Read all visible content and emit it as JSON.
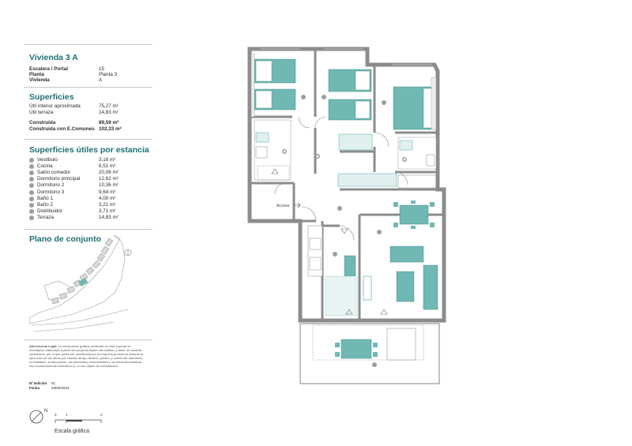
{
  "unit": {
    "title": "Vivienda 3 A",
    "rows": [
      {
        "label": "Escalera / Portal",
        "value": "15"
      },
      {
        "label": "Planta",
        "value": "Planta 3"
      },
      {
        "label": "Vivienda",
        "value": "A"
      }
    ]
  },
  "superficies": {
    "title": "Superficies",
    "rows": [
      {
        "label": "Útil interior aproximada",
        "value": "75,27 m²"
      },
      {
        "label": "Útil terraza",
        "value": "14,83 m²"
      }
    ],
    "totals": [
      {
        "label": "Construida",
        "value": "89,59 m²"
      },
      {
        "label": "Construida con E.Comunes",
        "value": "102,33 m²"
      }
    ]
  },
  "estancias": {
    "title": "Superficies útiles por estancia",
    "rows": [
      {
        "label": "Vestíbulo",
        "value": "3,16 m²"
      },
      {
        "label": "Cocina",
        "value": "8,51 m²"
      },
      {
        "label": "Salón comedor",
        "value": "20,06 m²"
      },
      {
        "label": "Dormitorio principal",
        "value": "12,62 m²"
      },
      {
        "label": "Dormitorio 2",
        "value": "10,36 m²"
      },
      {
        "label": "Dormitorio 3",
        "value": "9,64 m²"
      },
      {
        "label": "Baño 1",
        "value": "4,00 m²"
      },
      {
        "label": "Baño 2",
        "value": "3,21 m²"
      },
      {
        "label": "Distribuidor",
        "value": "3,71 m²"
      },
      {
        "label": "Terraza",
        "value": "14,83 m²"
      }
    ]
  },
  "conjunto": {
    "title": "Plano de conjunto"
  },
  "legal": {
    "heading": "Advertencia Legal.",
    "text": "La información gráfica contenida en este soporte es orientativa, elaborada a partir del proyecto básico del edificio, y tiene un carácter contractual, por lo que podrá ser modificada por la empresa promotora durante la ejecución de las obras por causas de tipo técnico, jurídico y comercial. Asimismo, el mobiliario, la decoración, los elementos ornamentales y los electrodomésticos son exclusivamente ilustrativos y no son objeto de contratación."
  },
  "edition": {
    "label_edicion": "Nº Edición",
    "value_edicion": "01",
    "label_fecha": "Fecha",
    "value_fecha": "29/02/2024"
  },
  "scale": {
    "north": "N",
    "ticks": [
      "0",
      "1",
      "2"
    ],
    "label": "Escala gráfica"
  },
  "plan": {
    "access_label": "Acceso",
    "wall_color": "#8c8c8c",
    "furniture_color": "#6fb8b3",
    "accent_color": "#1e6f73"
  }
}
